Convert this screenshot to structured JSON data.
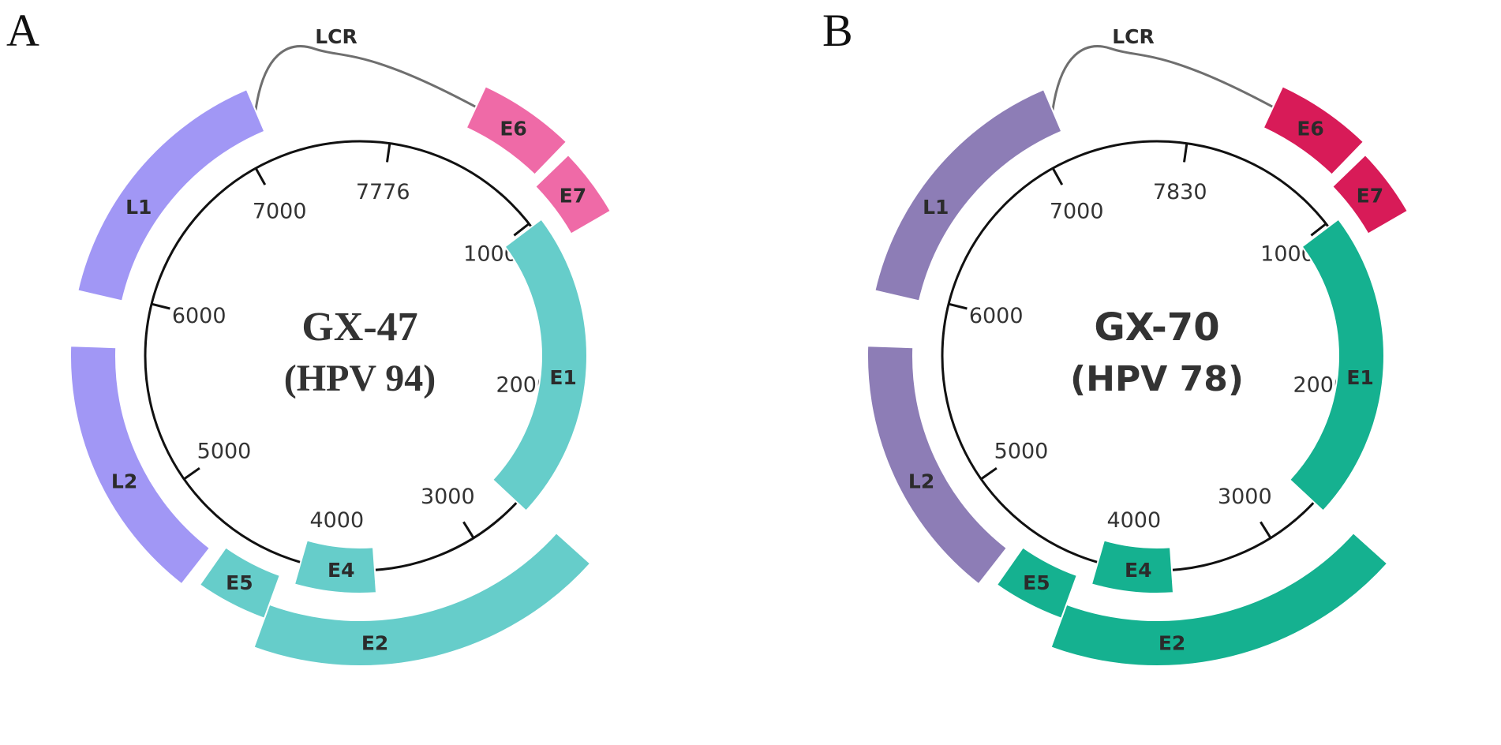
{
  "panels": [
    {
      "letter": "A",
      "title": "GX-47",
      "subtitle": "(HPV 94)",
      "title_style": "serif",
      "lcr_label": "LCR",
      "colors": {
        "late": "#a197f5",
        "early_e6e7": "#ef6aa7",
        "early_other": "#66cdca"
      },
      "ticks": [
        {
          "label": "7776",
          "angle": 8
        },
        {
          "label": "1000",
          "angle": 52
        },
        {
          "label": "2000",
          "angle": 100
        },
        {
          "label": "3000",
          "angle": 148
        },
        {
          "label": "4000",
          "angle": 188
        },
        {
          "label": "5000",
          "angle": 235
        },
        {
          "label": "6000",
          "angle": 284
        },
        {
          "label": "7000",
          "angle": 331
        }
      ],
      "genes": [
        {
          "name": "L1",
          "color_key": "late",
          "r_in": 309,
          "r_out": 367,
          "start": 283,
          "end": 337,
          "label_angle": 304,
          "label_r": 338
        },
        {
          "name": "L2",
          "color_key": "late",
          "r_in": 309,
          "r_out": 367,
          "start": 218,
          "end": 272,
          "label_angle": 242,
          "label_r": 338
        },
        {
          "name": "E6",
          "color_key": "early_e6e7",
          "r_in": 319,
          "r_out": 377,
          "start": 25,
          "end": 44,
          "label_angle": 34,
          "label_r": 348
        },
        {
          "name": "E7",
          "color_key": "early_e6e7",
          "r_in": 309,
          "r_out": 367,
          "start": 46,
          "end": 60,
          "label_angle": 53,
          "label_r": 338
        },
        {
          "name": "E1",
          "color_key": "early_other",
          "r_in": 230,
          "r_out": 288,
          "start": 53,
          "end": 133,
          "label_angle": 96,
          "label_r": 259
        },
        {
          "name": "E2",
          "color_key": "early_other",
          "r_in": 335,
          "r_out": 393,
          "start": 132,
          "end": 200,
          "label_angle": 177,
          "label_r": 364
        },
        {
          "name": "E4",
          "color_key": "early_other",
          "r_in": 243,
          "r_out": 301,
          "start": 176,
          "end": 196,
          "label_angle": 185,
          "label_r": 272
        },
        {
          "name": "E5",
          "color_key": "early_other",
          "r_in": 296,
          "r_out": 354,
          "start": 200,
          "end": 215,
          "label_angle": 208,
          "label_r": 325
        }
      ]
    },
    {
      "letter": "B",
      "title": "GX-70",
      "subtitle": "(HPV 78)",
      "title_style": "sans",
      "lcr_label": "LCR",
      "colors": {
        "late": "#8d7db6",
        "early_e6e7": "#d81b58",
        "early_other": "#15b190"
      },
      "ticks": [
        {
          "label": "7830",
          "angle": 8
        },
        {
          "label": "1000",
          "angle": 52
        },
        {
          "label": "2000",
          "angle": 100
        },
        {
          "label": "3000",
          "angle": 148
        },
        {
          "label": "4000",
          "angle": 188
        },
        {
          "label": "5000",
          "angle": 235
        },
        {
          "label": "6000",
          "angle": 284
        },
        {
          "label": "7000",
          "angle": 331
        }
      ],
      "genes": [
        {
          "name": "L1",
          "color_key": "late",
          "r_in": 309,
          "r_out": 367,
          "start": 283,
          "end": 337,
          "label_angle": 304,
          "label_r": 338
        },
        {
          "name": "L2",
          "color_key": "late",
          "r_in": 309,
          "r_out": 367,
          "start": 218,
          "end": 272,
          "label_angle": 242,
          "label_r": 338
        },
        {
          "name": "E6",
          "color_key": "early_e6e7",
          "r_in": 319,
          "r_out": 377,
          "start": 25,
          "end": 44,
          "label_angle": 34,
          "label_r": 348
        },
        {
          "name": "E7",
          "color_key": "early_e6e7",
          "r_in": 309,
          "r_out": 367,
          "start": 46,
          "end": 60,
          "label_angle": 53,
          "label_r": 338
        },
        {
          "name": "E1",
          "color_key": "early_other",
          "r_in": 230,
          "r_out": 288,
          "start": 53,
          "end": 133,
          "label_angle": 96,
          "label_r": 259
        },
        {
          "name": "E2",
          "color_key": "early_other",
          "r_in": 335,
          "r_out": 393,
          "start": 132,
          "end": 200,
          "label_angle": 177,
          "label_r": 364
        },
        {
          "name": "E4",
          "color_key": "early_other",
          "r_in": 243,
          "r_out": 301,
          "start": 176,
          "end": 196,
          "label_angle": 185,
          "label_r": 272
        },
        {
          "name": "E5",
          "color_key": "early_other",
          "r_in": 296,
          "r_out": 354,
          "start": 200,
          "end": 215,
          "label_angle": 208,
          "label_r": 325
        }
      ]
    }
  ]
}
